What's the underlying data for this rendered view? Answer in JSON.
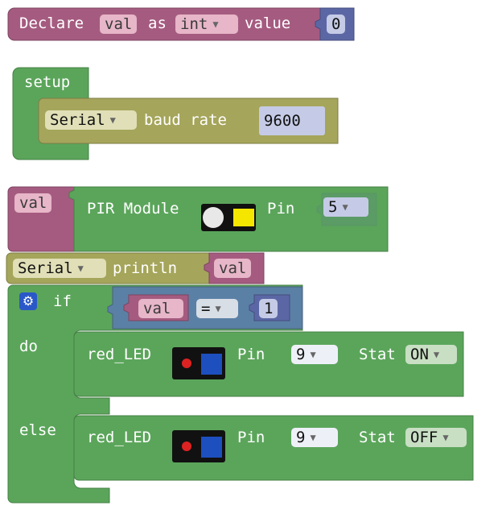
{
  "declare_block": {
    "declare_label": "Declare",
    "var_name": "val",
    "as_label": "as",
    "type_value": "int",
    "value_label": "value",
    "initial_value": "0"
  },
  "setup_block": {
    "title": "setup",
    "serial_port": "Serial",
    "baud_label": "baud rate",
    "baud_value": "9600"
  },
  "pir_block": {
    "var_name": "val",
    "module_label": "PIR Module",
    "pin_label": "Pin",
    "pin_value": "5"
  },
  "println_block": {
    "serial_port": "Serial",
    "println_label": "println",
    "var_name": "val"
  },
  "if_block": {
    "if_label": "if",
    "do_label": "do",
    "else_label": "else",
    "compare_var": "val",
    "operator": "=",
    "compare_value": "1"
  },
  "led_do": {
    "name": "red_LED",
    "pin_label": "Pin",
    "pin_value": "9",
    "stat_label": "Stat",
    "stat_value": "ON"
  },
  "led_else": {
    "name": "red_LED",
    "pin_label": "Pin",
    "pin_value": "9",
    "stat_label": "Stat",
    "stat_value": "OFF"
  },
  "colors": {
    "variables": "#a55b80",
    "math": "#5b67a5",
    "control": "#5ba55b",
    "serial": "#a5a55b",
    "logic": "#5b80a5"
  },
  "dropdown_icon": "triangle-down-icon",
  "settings_icon": "gear-icon"
}
